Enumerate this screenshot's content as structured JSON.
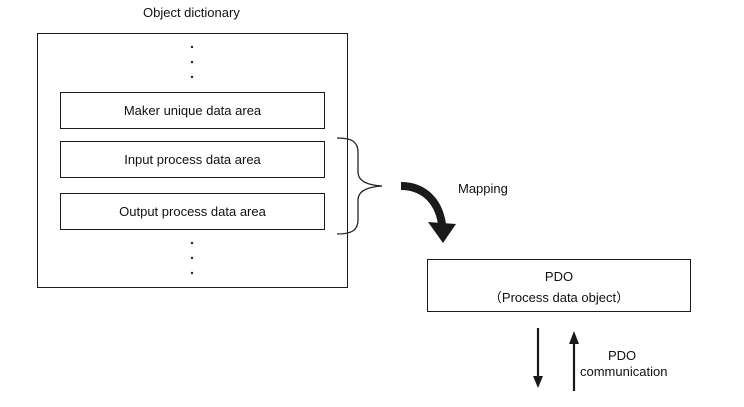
{
  "object_dictionary": {
    "title": "Object dictionary",
    "areas": [
      "Maker unique data area",
      "Input process data area",
      "Output process data area"
    ]
  },
  "mapping_label": "Mapping",
  "pdo": {
    "title": "PDO",
    "subtitle": "（Process data object）"
  },
  "communication_label": {
    "line1": "PDO",
    "line2": "communication"
  }
}
